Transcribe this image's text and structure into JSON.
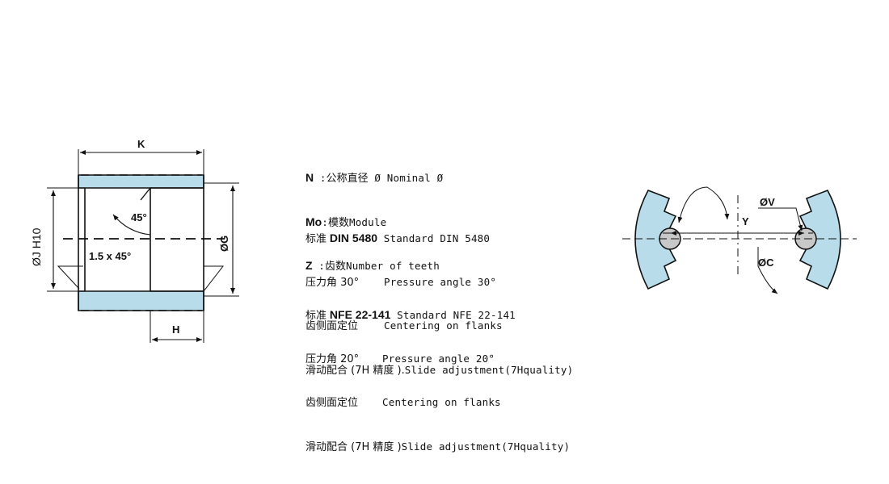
{
  "left_labels": {
    "k": "K",
    "j": "ØJ H10",
    "g": "ØG",
    "h": "H",
    "angle": "45°",
    "chamfer": "1.5 x 45°"
  },
  "legend": {
    "n": {
      "key": "N",
      "sep": " :",
      "zh": "公称直径",
      "text": " Ø Nominal Ø"
    },
    "mo": {
      "key": "Mo",
      "sep": ":",
      "zh": "模数",
      "text": "Module"
    },
    "z": {
      "key": "Z",
      "sep": " :",
      "zh": "齿数",
      "text": "Number of teeth"
    }
  },
  "din": {
    "zh_prefix": "标准",
    "heading": " DIN 5480",
    "heading_en": " Standard DIN 5480",
    "angle_zh": "压力角 30°",
    "angle_en": "Pressure angle 30°",
    "center_zh": "齿侧面定位",
    "center_en": "Centering on flanks",
    "fit_zh": "滑动配合 (7H 精度 ).",
    "fit_en": "Slide adjustment(7Hquality)"
  },
  "nfe": {
    "zh_prefix": "标准",
    "heading": " NFE 22-141",
    "heading_en": " Standard NFE 22-141",
    "angle_zh": "压力角 20°",
    "angle_en": "Pressure angle 20°",
    "center_zh": "齿侧面定位",
    "center_en": "Centering on flanks",
    "fit_zh": "滑动配合 (7H 精度 )",
    "fit_en": "Slide adjustment(7Hquality)"
  },
  "right_labels": {
    "v": "ØV",
    "y": "Y",
    "c": "ØC"
  },
  "colors": {
    "fill": "#b9dcea",
    "line": "#111111",
    "ball": "#c8c8c8"
  }
}
